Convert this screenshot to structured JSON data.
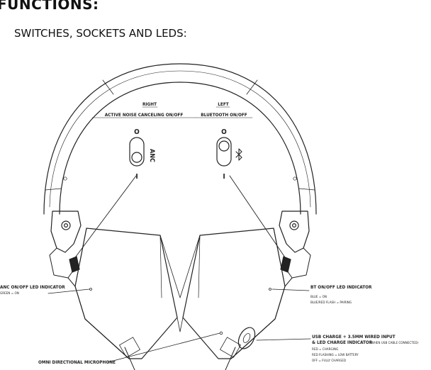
{
  "heading": "FUNCTIONS:",
  "subheading": "SWITCHES, SOCKETS AND LEDS:",
  "right_switch": {
    "title": "RIGHT",
    "subtitle": "ACTIVE NOISE CANCELING ON/OFF",
    "off": "O",
    "on": "I",
    "badge": "ANC"
  },
  "left_switch": {
    "title": "LEFT",
    "subtitle": "BLUETOOTH ON/OFF",
    "off": "O",
    "on": "I",
    "icon": "bluetooth-icon"
  },
  "callouts": {
    "anc_led": {
      "title": "ANC ON/OFF LED INDICATOR",
      "line1": "GREEN = ON"
    },
    "bt_led": {
      "title": "BT ON/OFF LED INDICATOR",
      "line1": "BLUE = ON",
      "line2": "BLUE/RED FLASH = PAIRING"
    },
    "usb": {
      "title1": "USB CHARGE + 3.5MM WIRED INPUT",
      "title2": "& LED CHARGE INDICATOR",
      "note": "(WHEN USB CABLE CONNECTED)",
      "line1": "RED = CHARGING",
      "line2": "RED FLASHING = LOW BATTERY",
      "line3": "OFF = FULLY CHARGED"
    },
    "mic": {
      "title": "OMNI DIRECTIONAL MICROPHONE"
    }
  }
}
